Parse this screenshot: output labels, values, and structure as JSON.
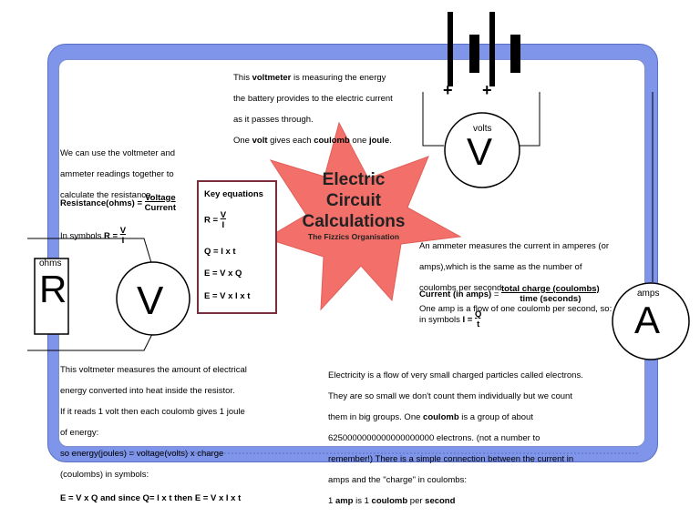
{
  "title": {
    "line1": "Electric",
    "line2": "Circuit",
    "line3": "Calculations",
    "subtitle": "The Fizzics Organisation"
  },
  "colors": {
    "frame": "#7f95e9",
    "star": "#f36f6a",
    "key_border": "#7a2d3a"
  },
  "voltmeter_top_note": {
    "l1_pre": "This ",
    "l1_bold": "voltmeter",
    "l1_post": " is measuring the energy",
    "l2": "the battery provides to the electric current",
    "l3": "as it passes through.",
    "l4_a": "One ",
    "l4_b": "volt",
    "l4_c": " gives each ",
    "l4_d": "coulomb",
    "l4_e": " one ",
    "l4_f": "joule",
    "l4_g": "."
  },
  "resistance_note": {
    "l1": "We can use the voltmeter and",
    "l2": "ammeter readings together to",
    "l3": "calculate the resistance.",
    "formula_label": "Resistance(ohms) = ",
    "formula_num": "Voltage",
    "formula_den": "Current",
    "symbols_label": "In symbols  ",
    "symbols_lhs": "R = ",
    "symbols_num": "V",
    "symbols_den": "I"
  },
  "key_equations": {
    "heading": "Key equations",
    "eq1_lhs": "R = ",
    "eq1_num": "V",
    "eq1_den": "I",
    "eq2": "Q = I x t",
    "eq3": "E = V x Q",
    "eq4": "E = V x I x t"
  },
  "ammeter_note": {
    "l1": "An ammeter measures the current in amperes (or",
    "l2": "amps),which is the same as the number of",
    "l3": "coulombs per second",
    "l4": "One amp is a flow of one coulomb per second, so:",
    "formula_label": "Current (in amps)",
    "formula_eq": "  =  ",
    "formula_num": "total charge (coulombs)",
    "formula_den": "time (seconds)",
    "symbols_label": "in symbols  ",
    "symbols_lhs": "I = ",
    "symbols_num": "Q",
    "symbols_den": "t"
  },
  "resistor_voltmeter_note": {
    "l1": "This voltmeter measures the amount of electrical",
    "l2": "energy converted into heat inside the resistor.",
    "l3": "If it reads 1 volt then each coulomb gives 1 joule",
    "l4": "of energy:",
    "l5": "so energy(joules) = voltage(volts) x charge",
    "l6": "(coulombs) in symbols:",
    "l7": "E  =  V  x  Q  and since  Q= I x t  then  E = V x I x t"
  },
  "electricity_note": {
    "l1": "Electricity is a flow of very small charged particles called electrons.",
    "l2": "They are so small we don't count them individually but we count",
    "l3_pre": "them in big groups. One ",
    "l3_bold": "coulomb",
    "l3_post": " is a group of about",
    "l4": "6250000000000000000000 electrons. (not a number to",
    "l5": "remember!) There is a simple connection between the current in",
    "l6": "amps and the \"charge\" in coulombs:",
    "l7_a": "1 ",
    "l7_b": "amp",
    "l7_c": " is 1 ",
    "l7_d": "coulomb",
    "l7_e": " per ",
    "l7_f": "second"
  },
  "meters": {
    "voltmeter_top_label": "volts",
    "voltmeter_top_symbol": "V",
    "voltmeter_resistor_symbol": "V",
    "ammeter_label": "amps",
    "ammeter_symbol": "A",
    "resistor_label": "ohms",
    "resistor_symbol": "R"
  },
  "battery": {
    "plus1": "+",
    "plus2": "+"
  }
}
